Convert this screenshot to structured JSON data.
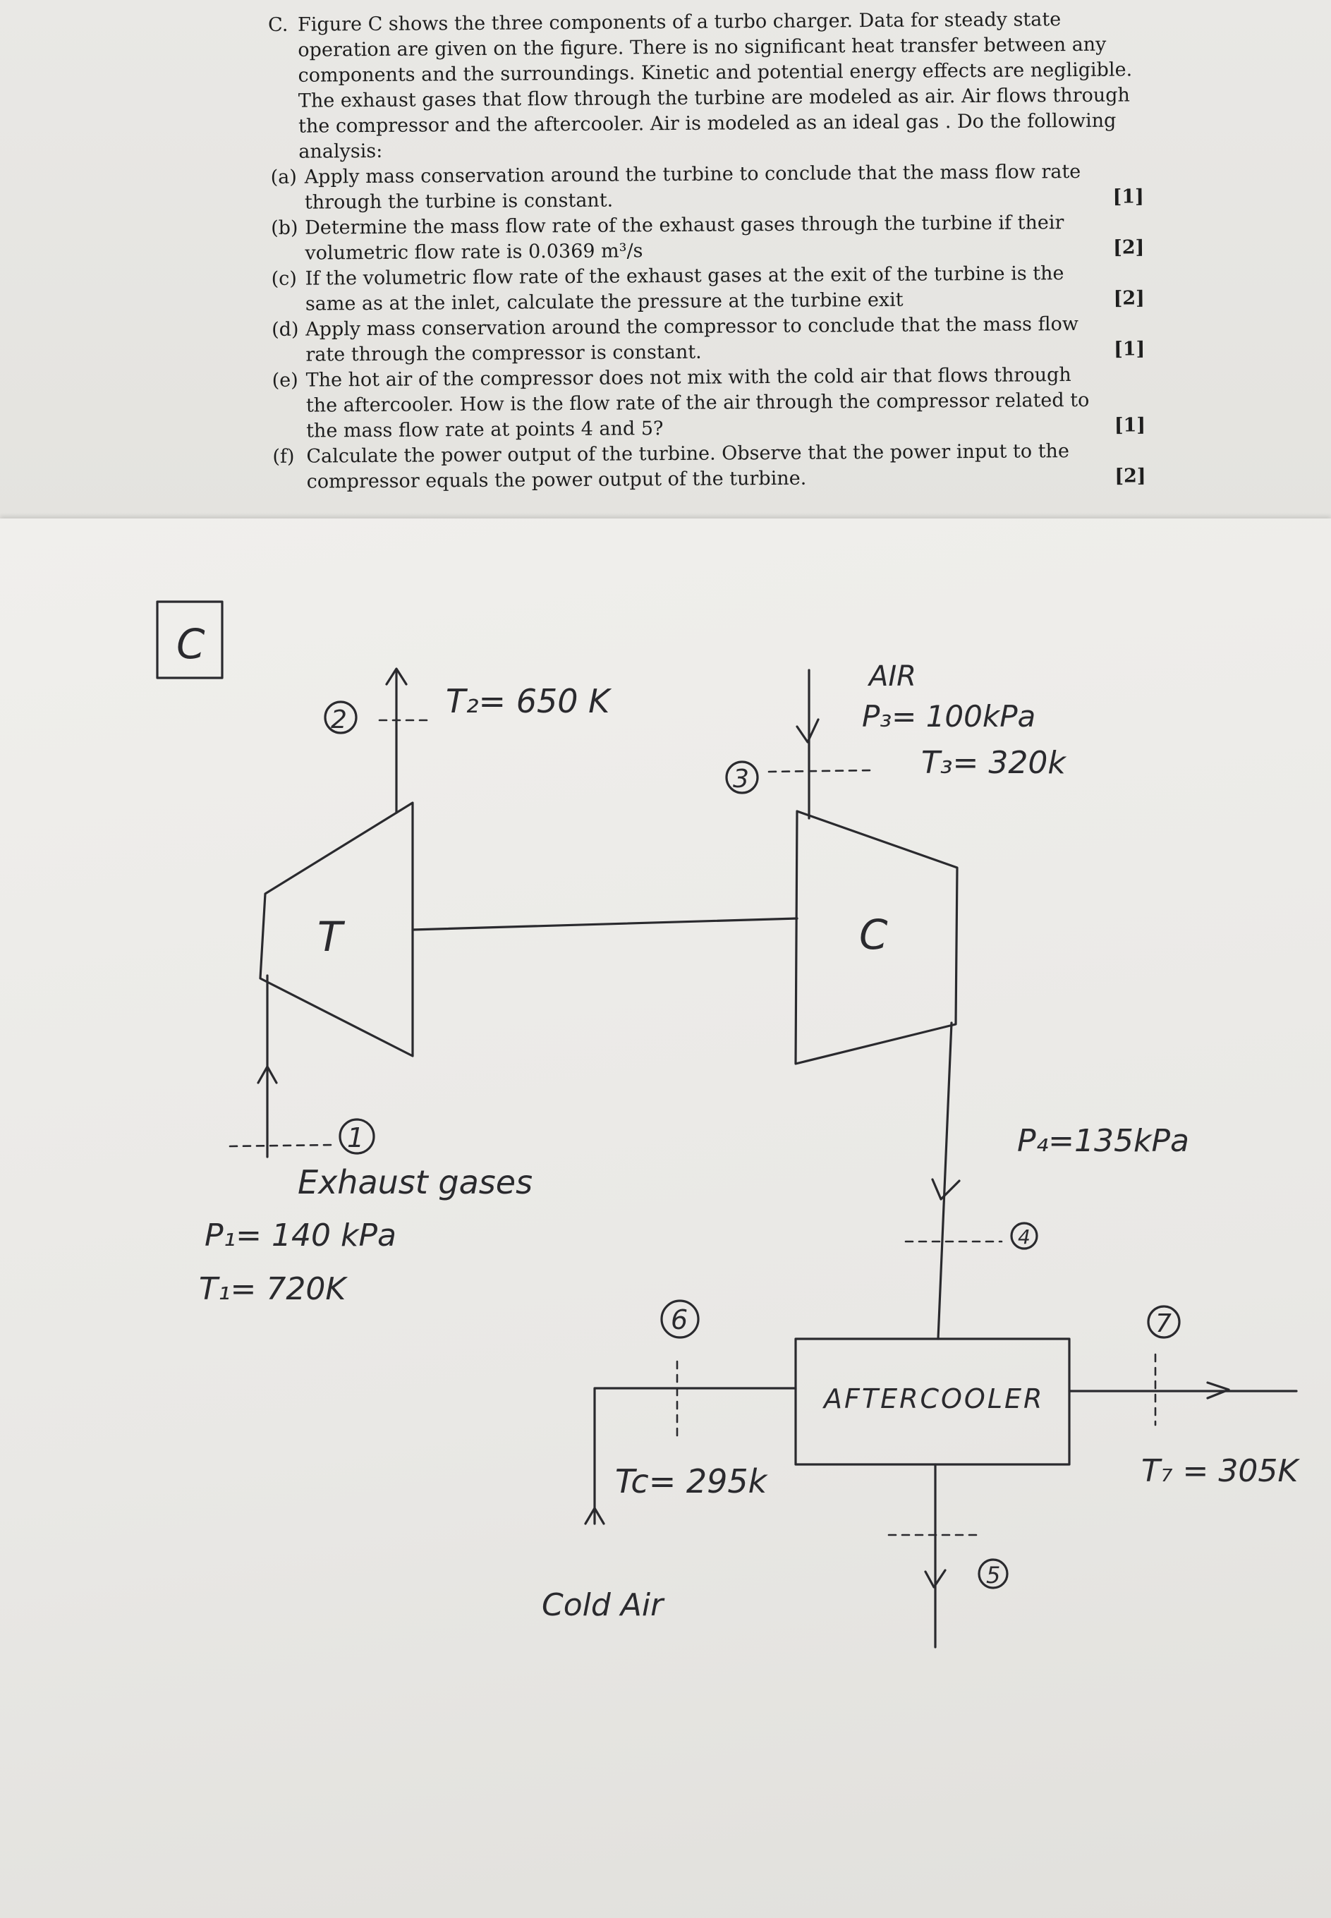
{
  "question": {
    "label": "C.",
    "intro": "Figure C shows the three components of a turbo charger. Data for steady state operation are given on the figure. There is no significant heat transfer between any components and the surroundings. Kinetic and potential energy effects are negligible. The exhaust gases that flow through the turbine are modeled as air. Air flows through the compressor and the aftercooler. Air is modeled as an ideal gas . Do the following analysis:",
    "parts": [
      {
        "label": "(a)",
        "text": "Apply mass conservation around the turbine to conclude that the mass flow rate through the turbine is constant.",
        "marks": "[1]"
      },
      {
        "label": "(b)",
        "text": "Determine the mass flow rate of the exhaust gases through the turbine if their volumetric flow rate is 0.0369 m³/s",
        "marks": "[2]"
      },
      {
        "label": "(c)",
        "text": "If the volumetric flow rate of the exhaust gases at the exit of the turbine is the same as at the inlet, calculate the pressure at the turbine exit",
        "marks": "[2]"
      },
      {
        "label": "(d)",
        "text": "Apply mass conservation around the compressor to conclude that the mass flow rate through the compressor is constant.",
        "marks": "[1]"
      },
      {
        "label": "(e)",
        "text": "The hot air of the compressor does not mix with the cold air that flows through the aftercooler. How is the flow rate of the air through the compressor related to the mass flow rate at points 4 and 5?",
        "marks": "[1]"
      },
      {
        "label": "(f)",
        "text": "Calculate the power output of the turbine. Observe that the power input to the compressor equals the power output of the turbine.",
        "marks": "[2]"
      }
    ]
  },
  "figure": {
    "figure_label": "C",
    "turbine_label": "T",
    "compressor_label": "C",
    "aftercooler_label": "AFTERCOOLER",
    "state_1": {
      "number": "1",
      "stream": "Exhaust gases",
      "pressure": "P₁= 140 kPa",
      "temperature": "T₁= 720K"
    },
    "state_2": {
      "number": "2",
      "temperature": "T₂= 650 K"
    },
    "state_3": {
      "number": "3",
      "stream": "AIR",
      "pressure": "P₃= 100kPa",
      "temperature": "T₃= 320k"
    },
    "state_4": {
      "number": "4",
      "pressure": "P₄=135kPa"
    },
    "state_5": {
      "number": "5"
    },
    "state_6": {
      "number": "6",
      "stream": "Cold Air",
      "temperature": "Tc= 295k"
    },
    "state_7": {
      "number": "7",
      "temperature": "T₇ = 305K"
    }
  },
  "colors": {
    "ink_printed": "#1e1e1e",
    "ink_pencil": "#2a2a2e",
    "paper": "#ecebe8"
  }
}
